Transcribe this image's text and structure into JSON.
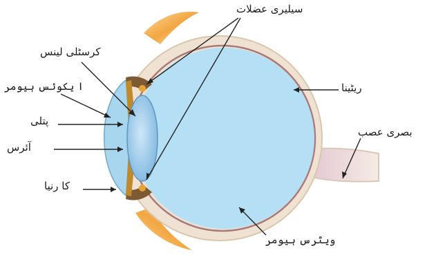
{
  "labels": {
    "ciliary_muscles": "سیلیری عضلات",
    "crystalline_lens": "کرسٹلی لینس",
    "aqueous_humour": "ا یکوئس ہیومر",
    "pupil": "پتلی",
    "iris": "آئرس",
    "cornea": "کا رنیا",
    "retina": "ریٹینا",
    "optic_nerve": "بصری عصب",
    "vitreous_humour": "ویٹرس ہیومر"
  },
  "colors": {
    "vitreous": "#b4dff4",
    "sclera": "#efe2d2",
    "retina_line": "#a97a7a",
    "lens": "#8ec3e6",
    "iris": "#c0892b",
    "muscle": "#6b4b2a",
    "eyelid": "#f3a640",
    "leader_line": "#222222"
  }
}
